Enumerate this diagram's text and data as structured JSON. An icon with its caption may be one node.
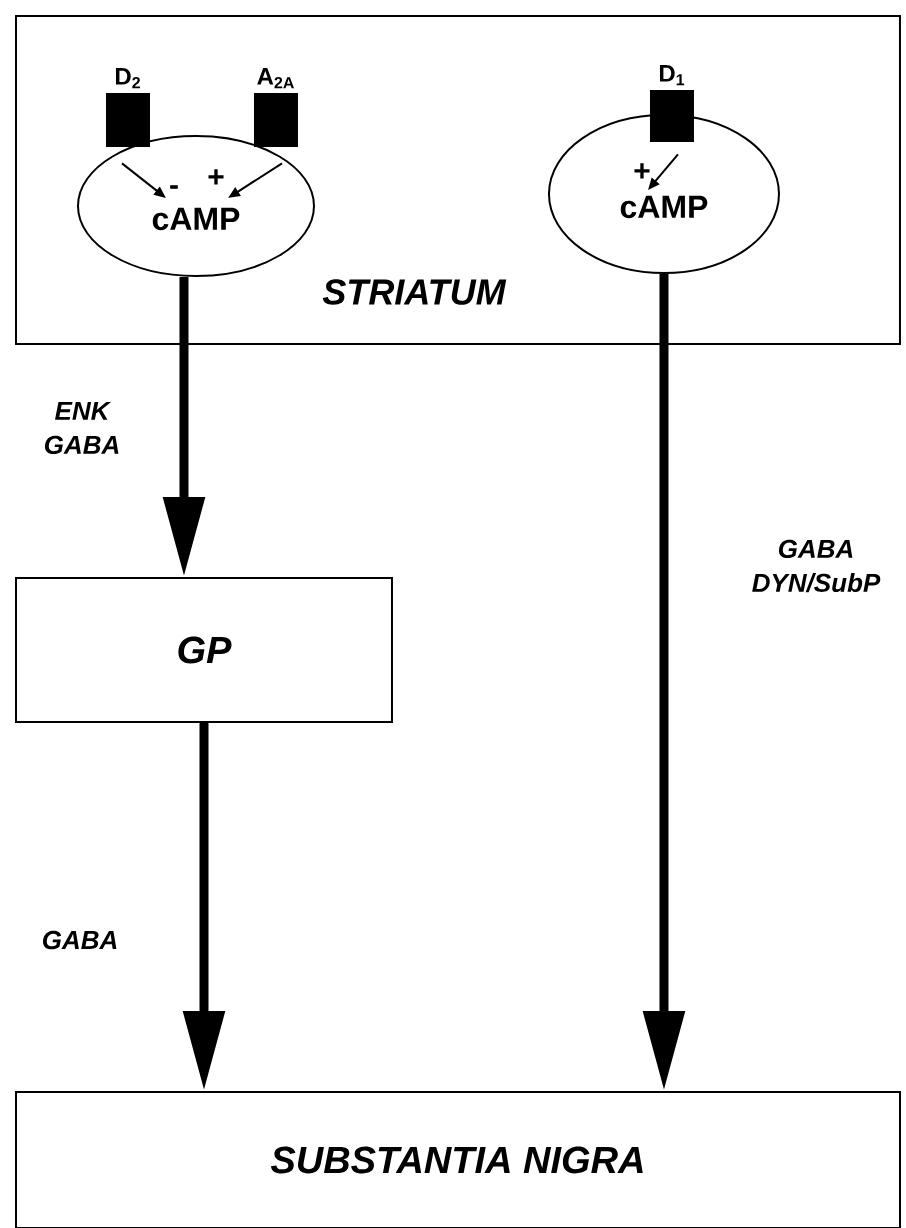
{
  "diagram": {
    "nodes": [
      {
        "text": [
          "STRIATUM"
        ]
      },
      {
        "text": [
          "cAMP"
        ],
        "in": 0
      },
      {
        "text": [
          "cAMP"
        ],
        "in": 0
      },
      {
        "text": [
          "D$_{2}$"
        ],
        "in": 0
      },
      {
        "text": [
          "A$_{2A}$"
        ],
        "in": 0
      },
      {
        "text": [
          "D$_{1}$"
        ],
        "in": 0
      },
      {
        "text": [
          "GP"
        ]
      },
      {
        "text": [
          "SUBSTANTIA NIGRA"
        ]
      }
    ],
    "edges": [
      {
        "from": 3,
        "to": 1,
        "arrow": "to",
        "label": "-"
      },
      {
        "from": 4,
        "to": 1,
        "arrow": "to",
        "label": "+"
      },
      {
        "from": 5,
        "to": 2,
        "arrow": "to",
        "label": "+"
      },
      {
        "from": 1,
        "to": 6,
        "arrow": "to",
        "label": "ENK GABA",
        "style": "thick"
      },
      {
        "from": 6,
        "to": 7,
        "arrow": "to",
        "label": "GABA",
        "style": "thick"
      },
      {
        "from": 2,
        "to": 7,
        "arrow": "to",
        "label": "GABA DYN/SubP",
        "style": "thick"
      }
    ]
  }
}
